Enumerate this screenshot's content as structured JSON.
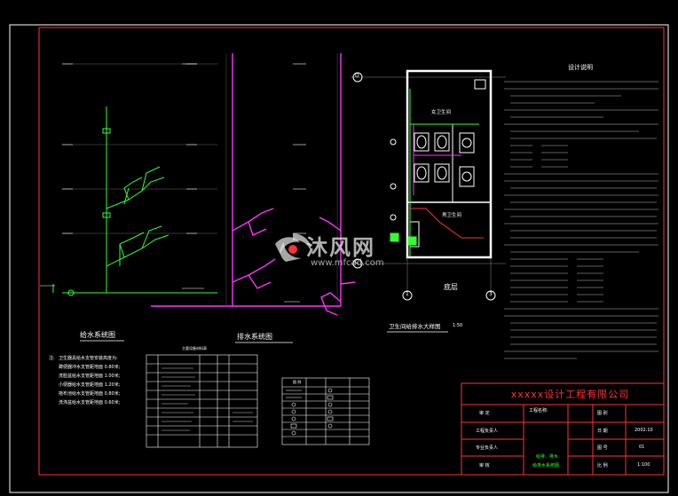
{
  "drawing": {
    "titles": {
      "supply": "给水系统图",
      "drain": "排水系统图",
      "detail": "卫生间给排水大样图",
      "detail_scale": "1:50",
      "design_notes": "设计说明",
      "floor": "底层",
      "female_wc": "女卫生间",
      "male_wc": "男卫生间"
    },
    "grid_axes": [
      "D",
      "C",
      "1",
      "3"
    ],
    "supply_notes": {
      "head": "注:",
      "lines": [
        "卫生器具给水支管安装高度为:",
        "蹲便器冲水支管距地面 0.80米;",
        "洗脸盆给水支管距地面 1.00米;",
        "小便器给水支管距地面 1.20米;",
        "拖布池给水支管距地面 0.80米;",
        "洗涤盆给水支管距地面 0.60米;"
      ]
    },
    "material_table_title": "主要设备材料表",
    "legend_table_title": "图 例",
    "title_block": {
      "company": "xxxxx设计工程有限公司",
      "rows": [
        {
          "role": "审 定",
          "field2": "工程名称:",
          "label3": "图 别",
          "value3": ""
        },
        {
          "role": "工程负责人",
          "field2": "",
          "label3": "日 期",
          "value3": "2002.10"
        },
        {
          "role": "专业负责人",
          "field2": "",
          "label3": "图 号",
          "value3": "01"
        },
        {
          "role": "审 核",
          "field2": "",
          "label3": "比 例",
          "value3": "1:100"
        }
      ],
      "drawing_name_line1": "给排、排水",
      "drawing_name_line2": "给排水系统图"
    },
    "watermark": {
      "brand": "沐风网",
      "url": "www.mfcad.com"
    }
  },
  "colors": {
    "background": "#000000",
    "frame": "#ff3333",
    "supply_pipe": "#33ff33",
    "drain_pipe": "#ff33ff",
    "wall": "#ffffff",
    "annotation": "#ffffff",
    "title_red": "#ff3333"
  }
}
